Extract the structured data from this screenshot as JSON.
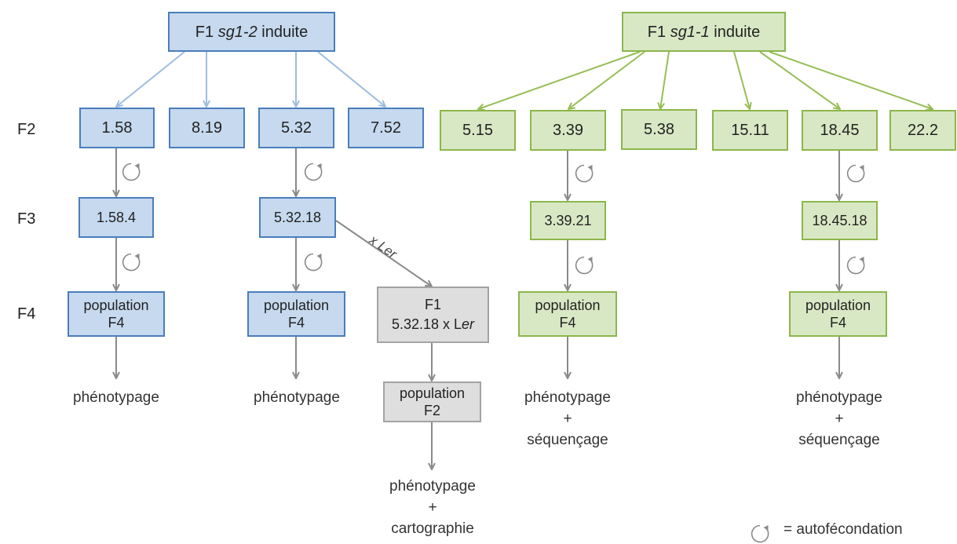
{
  "left_root": {
    "prefix": "F1 ",
    "gene": "sg1-2",
    "suffix": " induite"
  },
  "right_root": {
    "prefix": "F1 ",
    "gene": "sg1-1",
    "suffix": " induite"
  },
  "generations": [
    "F2",
    "F3",
    "F4"
  ],
  "f2_left": [
    "1.58",
    "8.19",
    "5.32",
    "7.52"
  ],
  "f2_right": [
    "5.15",
    "3.39",
    "5.38",
    "15.11",
    "18.45",
    "22.2"
  ],
  "f3": {
    "a": "1.58.4",
    "b": "5.32.18",
    "c": "3.39.21",
    "d": "18.45.18"
  },
  "population": {
    "line1": "population",
    "f4": "F4",
    "f2": "F2"
  },
  "cross": {
    "label": "x Ler",
    "line1": "F1",
    "line2_prefix": "5.32.18 x L",
    "line2_italic": "er"
  },
  "outcomes": {
    "phenotypage": "phénotypage",
    "plus": "+",
    "sequencage": "séquençage",
    "cartographie": "cartographie"
  },
  "legend": {
    "text": "= autofécondation",
    "icon": "circular-arrow-icon"
  },
  "colors": {
    "blue_fill": "#c6d9ef",
    "blue_border": "#4a7ebb",
    "green_fill": "#d8e8c4",
    "green_border": "#8cb64b",
    "grey_fill": "#dedede",
    "grey_border": "#a3a3a3",
    "arrow_blue": "#9dbde0",
    "arrow_green": "#96be55",
    "arrow_grey": "#8a8a8a"
  }
}
